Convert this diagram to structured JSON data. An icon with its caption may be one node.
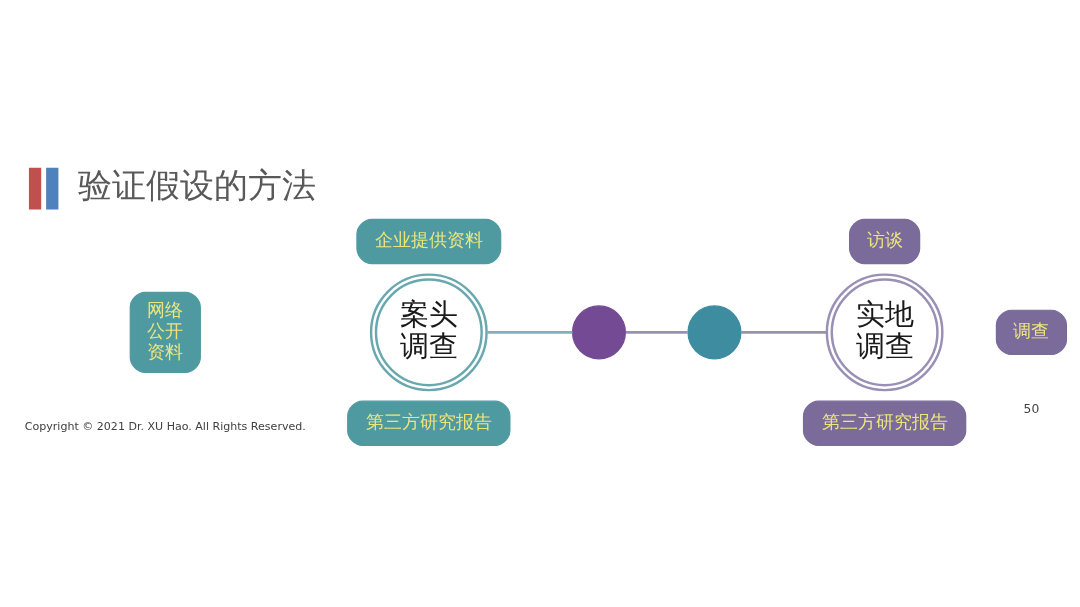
{
  "diagram": {
    "title": "验证假设的方法",
    "nodes": [
      {
        "text": [
          "案头调查"
        ]
      },
      {
        "text": [
          "企业提供资料"
        ]
      },
      {
        "text": [
          "网络公开资料"
        ]
      },
      {
        "text": [
          "第三方研究报告"
        ]
      },
      {
        "text": [],
        "shape": "circle"
      },
      {
        "text": [],
        "shape": "circle"
      },
      {
        "text": [
          "实地调查"
        ]
      },
      {
        "text": [
          "访谈"
        ]
      },
      {
        "text": [
          "调查"
        ]
      },
      {
        "text": [
          "第三方研究报告"
        ]
      }
    ],
    "edges": [
      {
        "from": 0,
        "to": 4,
        "arrow": "none",
        "color": "#7fb2ba"
      },
      {
        "from": 4,
        "to": 5,
        "arrow": "none"
      },
      {
        "from": 5,
        "to": 6,
        "arrow": "none"
      }
    ],
    "labels": [
      "Copyright © 2021 Dr. XU Hao. All Rights Reserved.",
      "50"
    ]
  }
}
